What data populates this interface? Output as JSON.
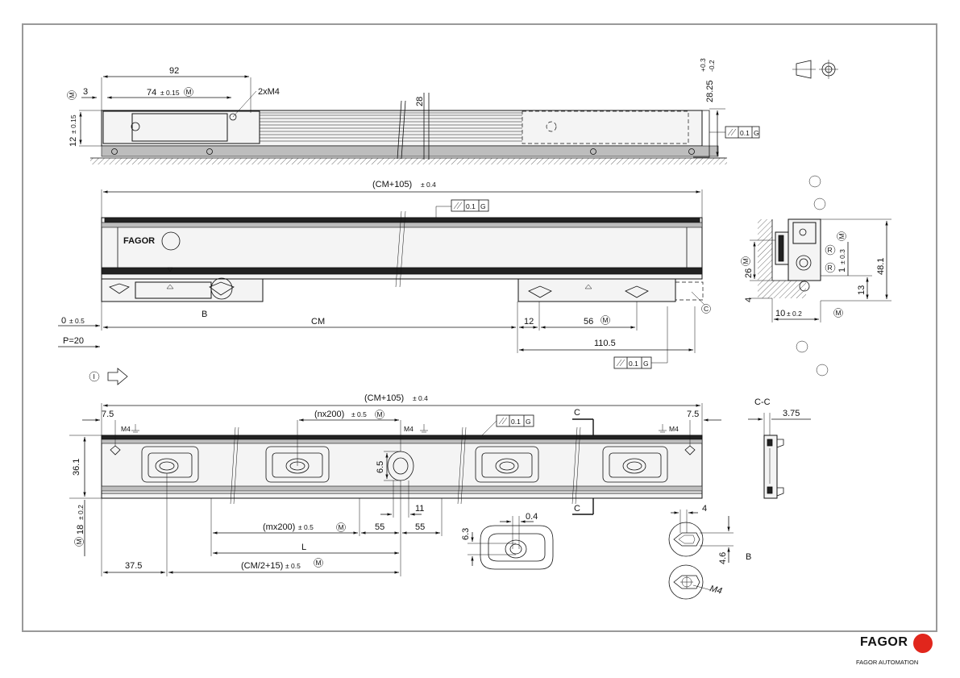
{
  "labels": {
    "dim_92": "92",
    "dim_3": "3",
    "dim_74": "74",
    "tol_74": "± 0.15",
    "hole_2xM4": "2xM4",
    "dim_28": "28",
    "dim_12": "12",
    "tol_12": "± 0.15",
    "dim_28_25": "28.25",
    "tol_upper": "+0.3",
    "tol_lower": "-0.2",
    "par_value": "0.1",
    "datum_g": "G",
    "cm_105": "(CM+105)",
    "tol_04": "± 0.4",
    "brand": "FAGOR",
    "label_b": "B",
    "label_c": "C",
    "zero": "0",
    "tol_05": "± 0.5",
    "cm": "CM",
    "dim_12b": "12",
    "dim_56": "56",
    "dim_110_5": "110.5",
    "p20": "P=20",
    "circle_i": "I",
    "m_letter": "M",
    "r_letter": "R",
    "dim_26": "26",
    "dim_4": "4",
    "dim_10": "10",
    "tol_02": "± 0.2",
    "dim_1": "1",
    "tol_03": "± 0.3",
    "dim_48_1": "48.1",
    "dim_13": "13",
    "dim_7_5a": "7.5",
    "dim_7_5b": "7.5",
    "m4": "M4",
    "nx200": "(nx200)",
    "cc": "C-C",
    "dim_3_75": "3.75",
    "dim_36_1": "36.1",
    "dim_6_5": "6.5",
    "dim_11": "11",
    "dim_18": "18",
    "mx200": "(mx200)",
    "dim_55a": "55",
    "dim_55b": "55",
    "dim_l": "L",
    "dim_37_5": "37.5",
    "cm2_15": "(CM/2+15)",
    "dim_0_4": "0.4",
    "dim_6_3": "6.3",
    "dim_4b": "4",
    "dim_4_6": "4.6",
    "label_b2": "B",
    "m4_italic": "M4"
  },
  "footer": {
    "brand": "FAGOR",
    "subtitle": "FAGOR AUTOMATION"
  }
}
